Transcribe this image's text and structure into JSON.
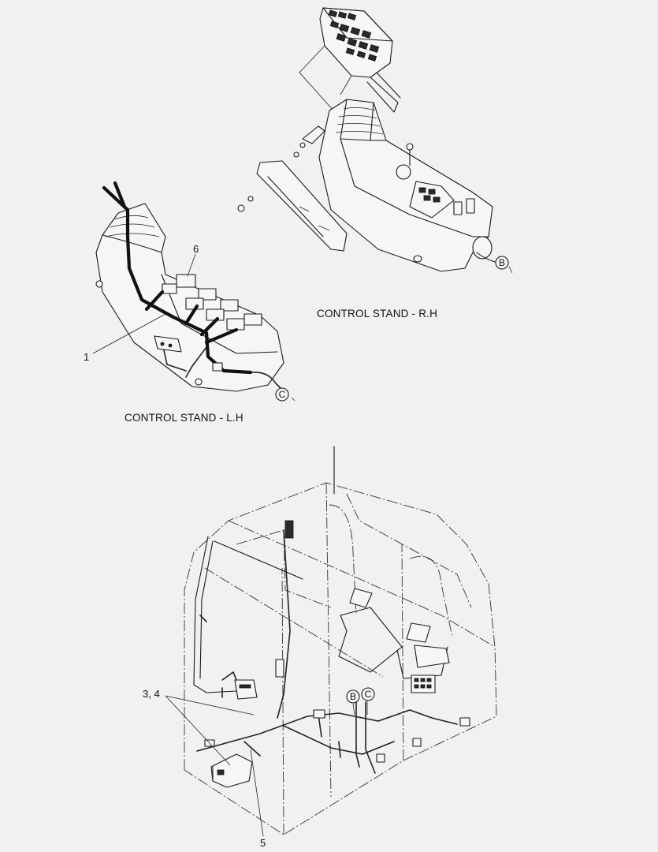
{
  "captions": {
    "rh": "CONTROL STAND - R.H",
    "lh": "CONTROL STAND - L.H"
  },
  "callouts": {
    "item_1": "1",
    "item_6": "6",
    "item_3_4": "3, 4",
    "item_5": "5"
  },
  "connectors": {
    "b": "B",
    "c": "C"
  }
}
